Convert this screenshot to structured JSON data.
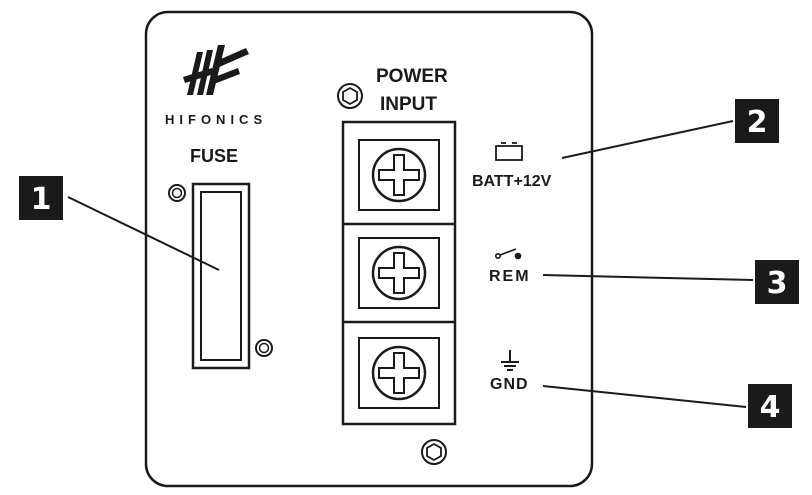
{
  "brand": {
    "logo_text": "HIFONICS"
  },
  "panel": {
    "fuse_label": "FUSE",
    "power_input_line1": "POWER",
    "power_input_line2": "INPUT"
  },
  "terminals": [
    {
      "label": "BATT+12V",
      "icon": "battery-icon",
      "callout": "2"
    },
    {
      "label": "REM",
      "icon": "switch-icon",
      "callout": "3"
    },
    {
      "label": "GND",
      "icon": "ground-icon",
      "callout": "4"
    }
  ],
  "fuse_callout": "1",
  "colors": {
    "ink": "#1a1a1a",
    "callout_bg": "#1a1a1a",
    "callout_text": "#ffffff",
    "panel_fill": "#ffffff"
  }
}
